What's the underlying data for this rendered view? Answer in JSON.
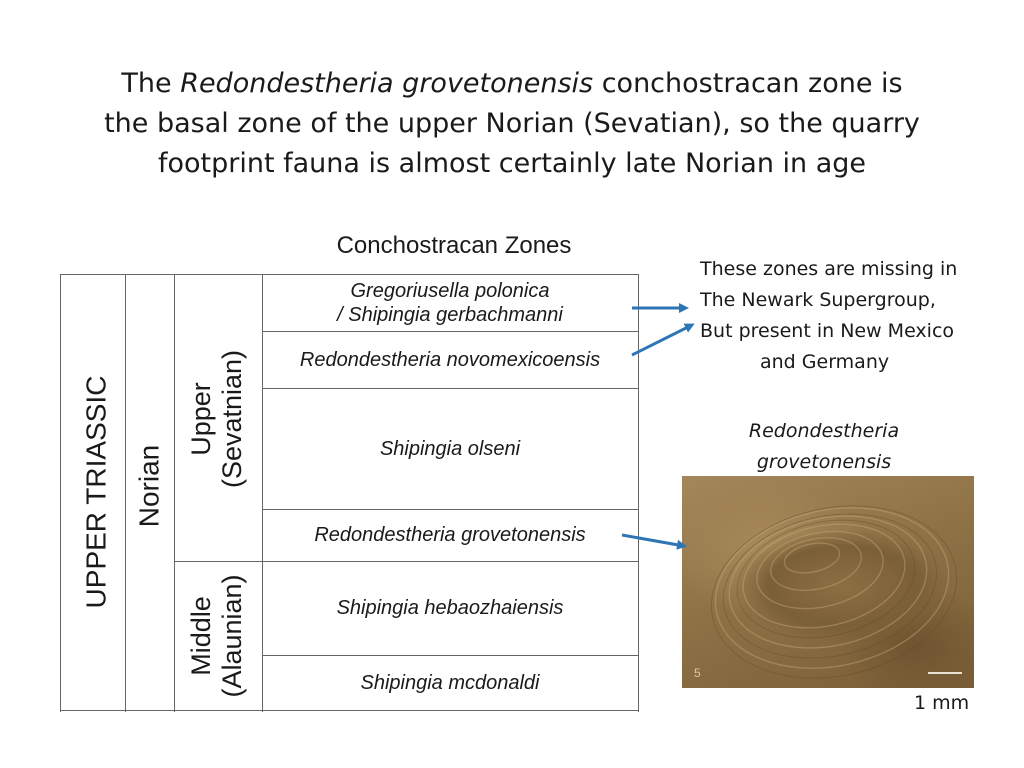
{
  "title": {
    "line1_pre": "The ",
    "line1_italic": "Redondestheria grovetonensis",
    "line1_post": " conchostracan zone is",
    "line2": "the basal zone of the upper Norian (Sevatian), so the quarry",
    "line3": "footprint fauna is almost certainly late Norian in age"
  },
  "chart": {
    "heading": "Conchostracan Zones",
    "era": "UPPER TRIASSIC",
    "stage": "Norian",
    "upper": {
      "line1": "Upper",
      "line2": "(Sevatnian)"
    },
    "middle": {
      "line1": "Middle",
      "line2": "(Alaunian)"
    },
    "zones": [
      {
        "line1": "Gregoriusella polonica",
        "line2": "/ Shipingia gerbachmanni"
      },
      {
        "line1": "Redondestheria novomexicoensis",
        "line2": ""
      },
      {
        "line1": "Shipingia olseni",
        "line2": ""
      },
      {
        "line1": "Redondestheria grovetonensis",
        "line2": ""
      },
      {
        "line1": "Shipingia hebaozhaiensis",
        "line2": ""
      },
      {
        "line1": "Shipingia mcdonaldi",
        "line2": ""
      }
    ]
  },
  "note": {
    "line1": "These zones are missing in",
    "line2": "The Newark Supergroup,",
    "line3": "But present in New Mexico",
    "line4": "and Germany"
  },
  "photo": {
    "caption_line1": "Redondestheria",
    "caption_line2": "grovetonensis",
    "plate_number": "5",
    "scale_label": "1 mm"
  },
  "colors": {
    "arrow": "#2e75b6",
    "table_lines": "#666666"
  }
}
